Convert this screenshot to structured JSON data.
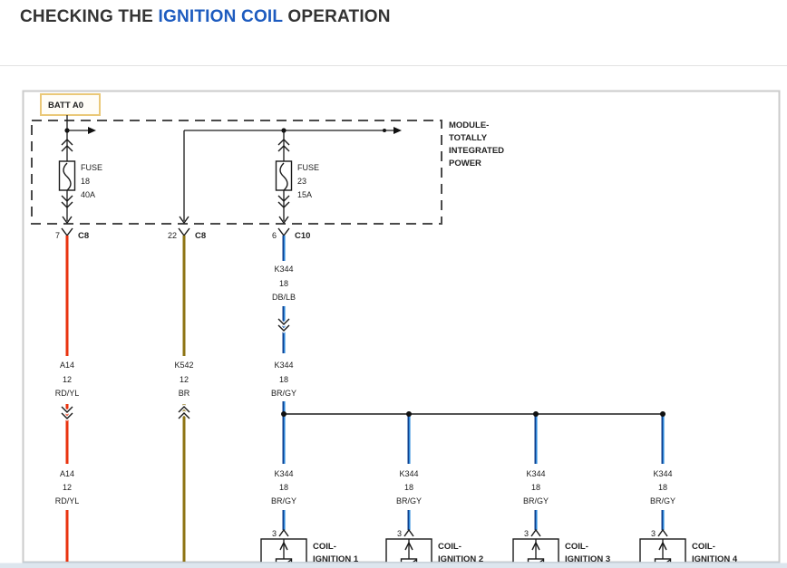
{
  "title": {
    "prefix": "CHECKING THE ",
    "highlight": "IGNITION COIL",
    "suffix": " OPERATION"
  },
  "battery_label": "BATT A0",
  "module_label": {
    "lines": [
      "MODULE-",
      "TOTALLY",
      "INTEGRATED",
      "POWER"
    ]
  },
  "fuses": [
    {
      "name": "FUSE",
      "number": "18",
      "rating": "40A"
    },
    {
      "name": "FUSE",
      "number": "23",
      "rating": "15A"
    }
  ],
  "connectors": [
    {
      "pin": "7",
      "name": "C8"
    },
    {
      "pin": "22",
      "name": "C8"
    },
    {
      "pin": "6",
      "name": "C10"
    }
  ],
  "wire_labels": {
    "a14": [
      "A14",
      "12",
      "RD/YL"
    ],
    "k542": [
      "K542",
      "12",
      "BR"
    ],
    "k344_dblb": [
      "K344",
      "18",
      "DB/LB"
    ],
    "k344_brgy": [
      "K344",
      "18",
      "BR/GY"
    ]
  },
  "coils": [
    {
      "pin": "3",
      "line1": "COIL-",
      "line2": "IGNITION 1"
    },
    {
      "pin": "3",
      "line1": "COIL-",
      "line2": "IGNITION 2"
    },
    {
      "pin": "3",
      "line1": "COIL-",
      "line2": "IGNITION 3"
    },
    {
      "pin": "3",
      "line1": "COIL-",
      "line2": "IGNITION 4"
    }
  ],
  "colors": {
    "title_accent": "#1d5bbf",
    "wire_red": "#e9330f",
    "wire_brown": "#8e7414",
    "wire_blue_dark": "#10418f",
    "wire_blue_light": "#2f8bdc",
    "battery_box_border": "#eac878",
    "panel_border": "#cbcbcb"
  }
}
